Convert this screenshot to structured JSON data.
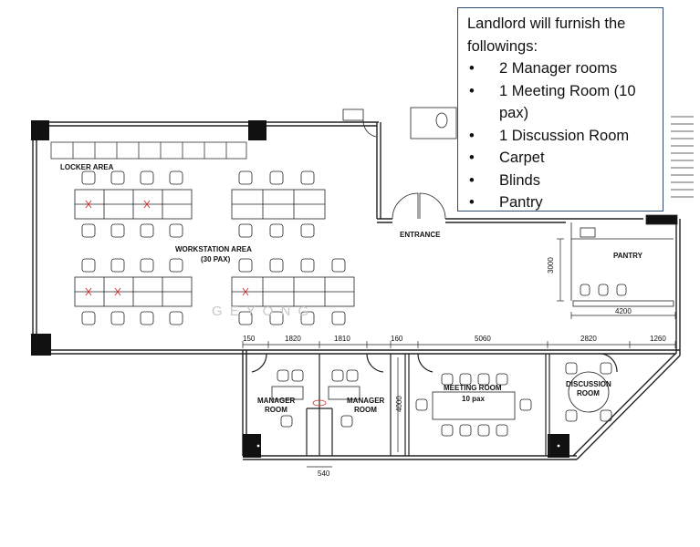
{
  "note": {
    "title": "Landlord will furnish the followings:",
    "items": [
      "2 Manager rooms",
      "1 Meeting Room (10 pax)",
      "1 Discussion Room",
      "Carpet",
      "Blinds",
      "Pantry"
    ],
    "bullet": "•"
  },
  "labels": {
    "locker": "LOCKER AREA",
    "workstation": "WORKSTATION AREA",
    "workstation_pax": "(30 PAX)",
    "entrance": "ENTRANCE",
    "pantry": "PANTRY",
    "manager_1a": "MANAGER",
    "manager_1b": "ROOM",
    "manager_2a": "MANAGER",
    "manager_2b": "ROOM",
    "meeting_a": "MEETING ROOM",
    "meeting_b": "10 pax",
    "discussion_a": "DISCUSSION",
    "discussion_b": "ROOM",
    "watermark": "G          E   Y O N G"
  },
  "dimensions": {
    "d150": "150",
    "d1820": "1820",
    "d1810": "1810",
    "d160": "160",
    "d5060": "5060",
    "d2820": "2820",
    "d1260": "1260",
    "d4200": "4200",
    "d3000": "3000",
    "d4000": "4000",
    "d540": "540"
  },
  "colors": {
    "wall": "#111111",
    "line": "#222222",
    "accent": "#d0302b",
    "note_border": "#2f4b6e"
  }
}
